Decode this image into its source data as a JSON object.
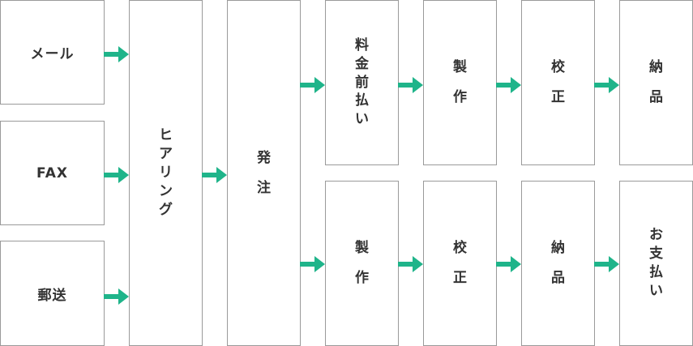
{
  "colors": {
    "arrow": "#1fb48a",
    "border": "#9a9a9a",
    "text": "#333333"
  },
  "inputs": {
    "mail": "メール",
    "fax": "FAX",
    "post": "郵送"
  },
  "steps": {
    "hearing": "ヒアリング",
    "order": "発注"
  },
  "flow_top": {
    "step1": "料金前払い",
    "step2": "製作",
    "step3": "校正",
    "step4": "納品"
  },
  "flow_bottom": {
    "step1": "製作",
    "step2": "校正",
    "step3": "納品",
    "step4": "お支払い"
  },
  "arrow_icon": "right-arrow-icon"
}
